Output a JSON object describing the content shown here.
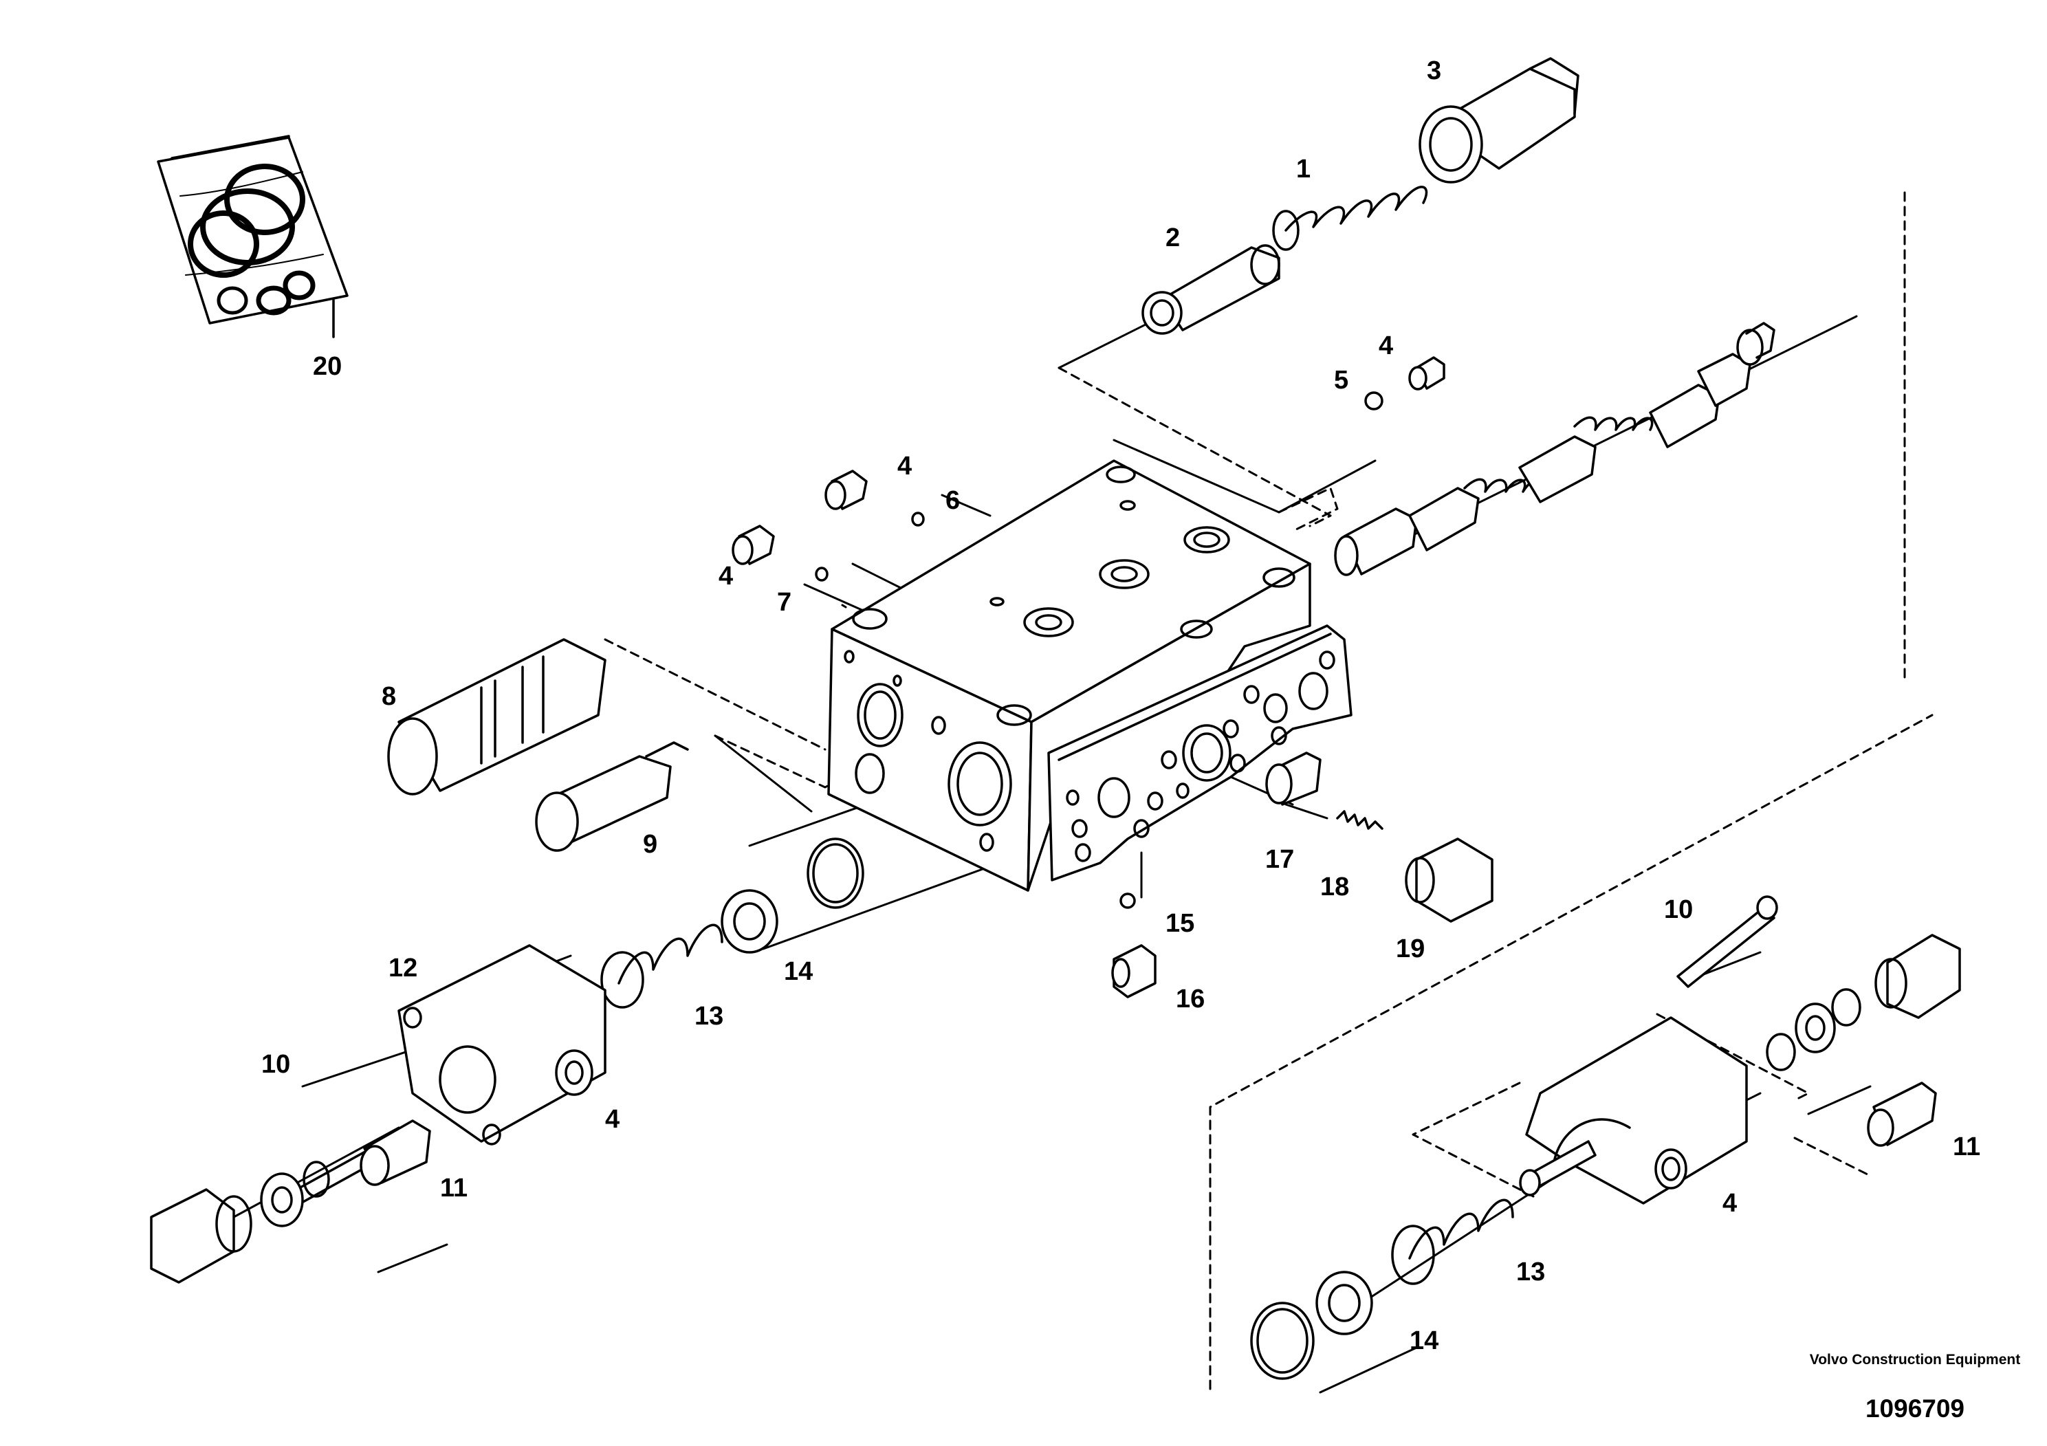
{
  "diagram": {
    "callouts": {
      "c1": "1",
      "c2": "2",
      "c3": "3",
      "c4a": "4",
      "c4b": "4",
      "c4c": "4",
      "c4d": "4",
      "c4e": "4",
      "c5": "5",
      "c6": "6",
      "c7": "7",
      "c8": "8",
      "c9": "9",
      "c10a": "10",
      "c10b": "10",
      "c11a": "11",
      "c11b": "11",
      "c12": "12",
      "c13a": "13",
      "c13b": "13",
      "c14a": "14",
      "c14b": "14",
      "c15": "15",
      "c16": "16",
      "c17": "17",
      "c18": "18",
      "c19": "19",
      "c20": "20"
    }
  },
  "footer": {
    "company": "Volvo Construction Equipment",
    "part_number": "1096709"
  }
}
